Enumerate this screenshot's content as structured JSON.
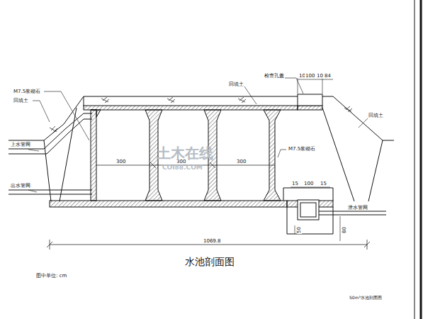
{
  "diagram": {
    "caption": "水池剖面图",
    "labels": [
      "M7.5浆砌石",
      "回填土",
      "上水管网",
      "出水管网",
      "回填土",
      "检查孔盖",
      "10",
      "100",
      "10",
      "84",
      "M7.5浆砌石",
      "回填土",
      "300",
      "300",
      "300",
      "15",
      "100",
      "15",
      "50",
      "80",
      "泄水管网",
      "1069.8",
      "图中单位: cm",
      "50m³水池剖面图",
      "土木在线",
      "COI88.COM"
    ]
  }
}
